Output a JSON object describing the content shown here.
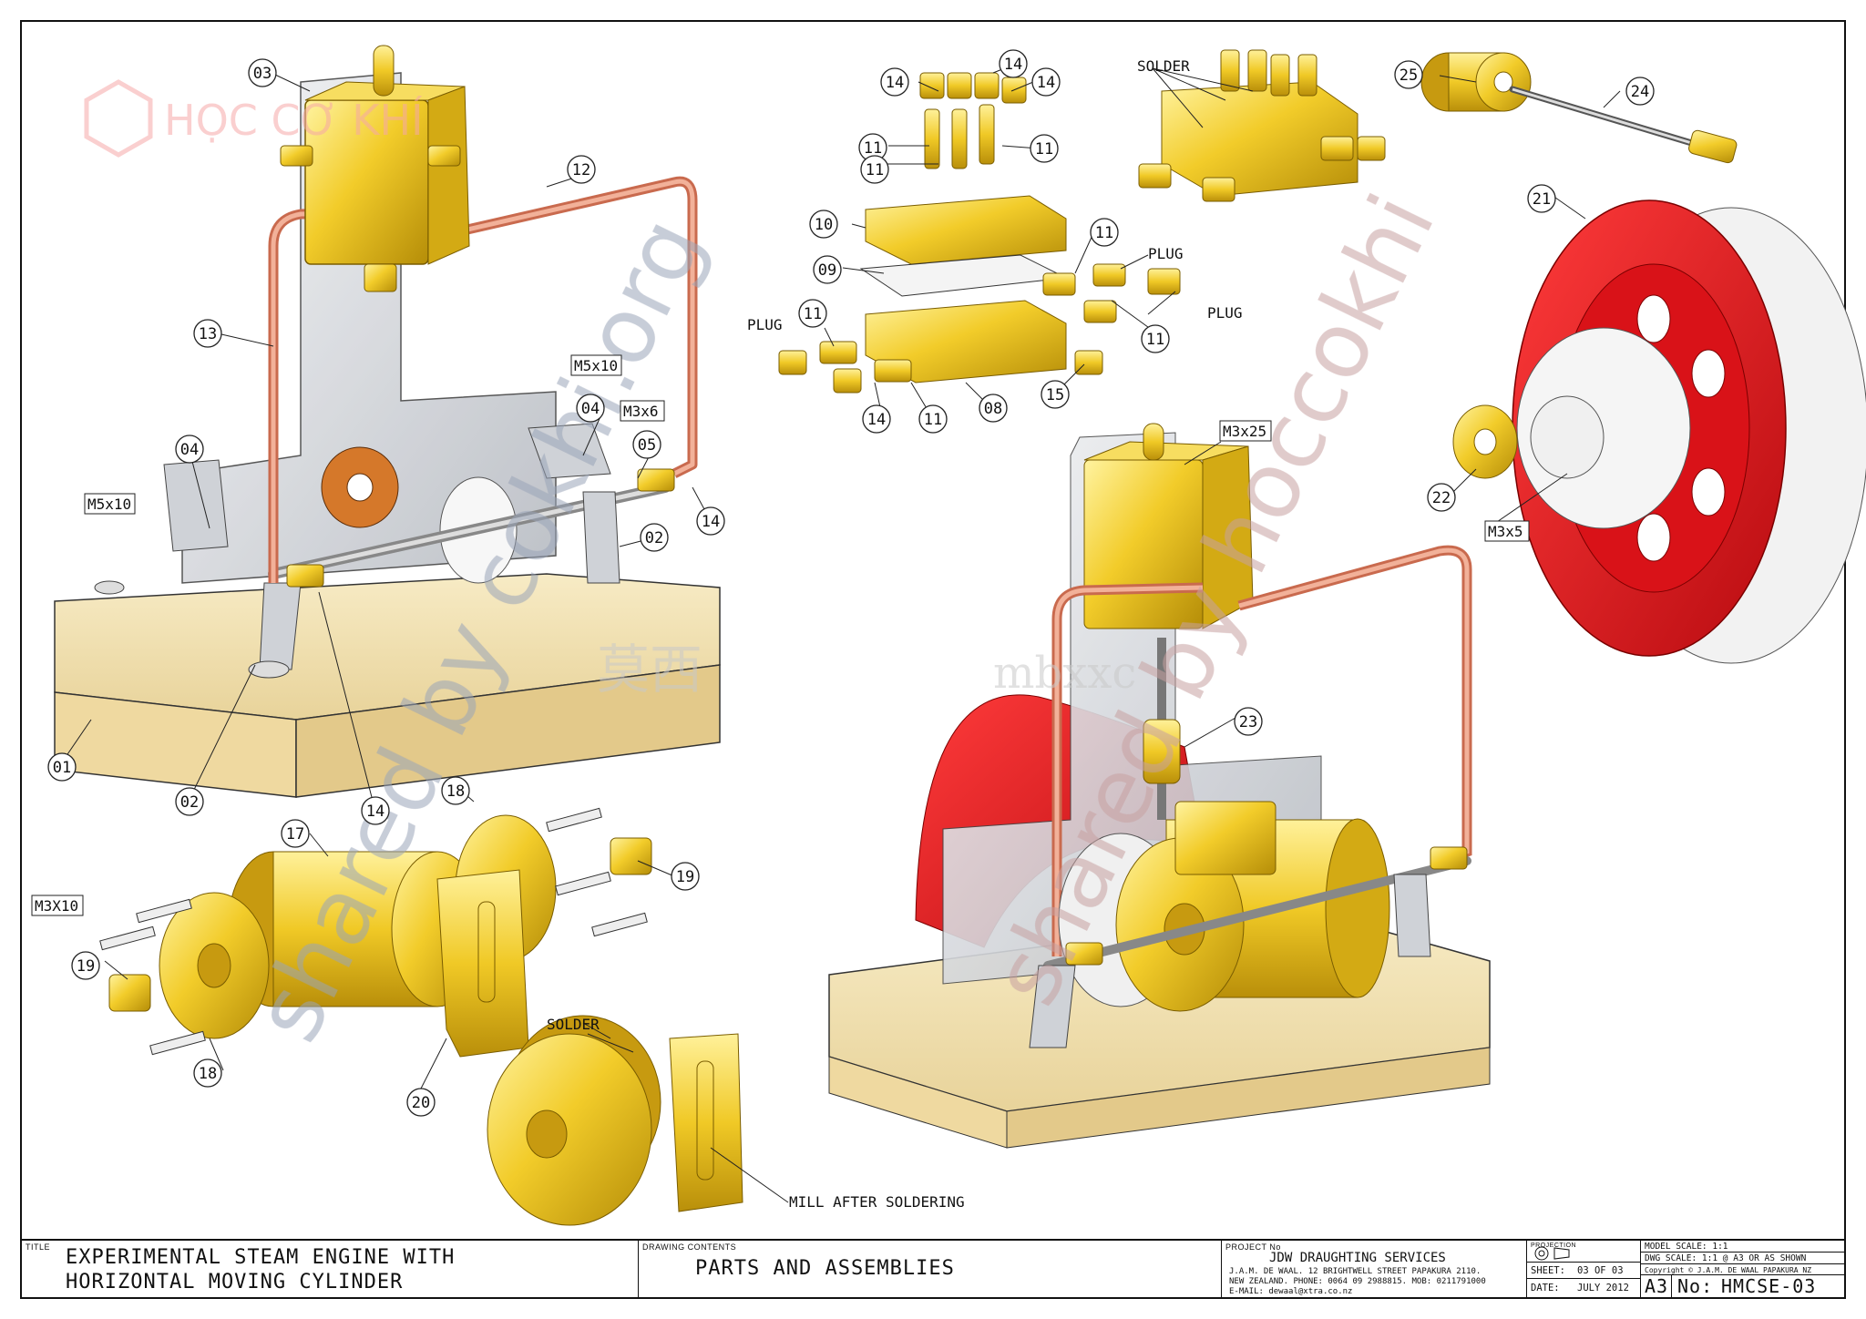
{
  "watermark": {
    "logo_text": "HỌC CƠ KHÍ",
    "diagonal_1": "shared by cokhi.org",
    "diagonal_2": "shared by hoccokhi",
    "cjk_text": "莫西",
    "mid_text": "mbxxc"
  },
  "callouts": {
    "c01": "01",
    "c02a": "02",
    "c02b": "02",
    "c03": "03",
    "c04a": "04",
    "c04b": "04",
    "c05": "05",
    "c08": "08",
    "c09": "09",
    "c10": "10",
    "c11a": "11",
    "c11b": "11",
    "c11c": "11",
    "c11d": "11",
    "c11e": "11",
    "c11f": "11",
    "c11g": "11",
    "c12": "12",
    "c13": "13",
    "c14a": "14",
    "c14b": "14",
    "c14c": "14",
    "c14d": "14",
    "c14e": "14",
    "c14f": "14",
    "c15": "15",
    "c17": "17",
    "c18a": "18",
    "c18b": "18",
    "c19a": "19",
    "c19b": "19",
    "c20": "20",
    "c21": "21",
    "c22": "22",
    "c23": "23",
    "c24": "24",
    "c25": "25"
  },
  "boxed_labels": {
    "m5x10_left": "M5x10",
    "m5x10_top": "M5x10",
    "m3x6": "M3x6",
    "m3x25": "M3x25",
    "m3x5": "M3x5",
    "m3x10": "M3X10"
  },
  "notes": {
    "solder_top": "SOLDER",
    "solder_bottom": "SOLDER",
    "plug_1": "PLUG",
    "plug_2": "PLUG",
    "plug_3": "PLUG",
    "mill": "MILL AFTER SOLDERING"
  },
  "title_block": {
    "title_caption": "TITLE",
    "title_line1": "EXPERIMENTAL STEAM ENGINE WITH",
    "title_line2": "HORIZONTAL MOVING CYLINDER",
    "contents_caption": "DRAWING CONTENTS",
    "contents": "PARTS AND ASSEMBLIES",
    "project_caption": "PROJECT No",
    "company": "JDW DRAUGHTING SERVICES",
    "address_1": "J.A.M. DE WAAL. 12 BRIGHTWELL STREET PAPAKURA 2110.",
    "address_2": "NEW ZEALAND. PHONE: 0064 09 2988815. MOB: 0211791000",
    "address_3": "E-MAIL: dewaal@xtra.co.nz",
    "projection_caption": "PROJECTION",
    "sheet_label": "SHEET:",
    "sheet_value": "03 OF 03",
    "date_label": "DATE:",
    "date_value": "JULY 2012",
    "model_scale": "MODEL SCALE: 1:1",
    "dwg_scale": "DWG SCALE: 1:1 @ A3 OR AS SHOWN",
    "copyright": "Copyright © J.A.M. DE WAAL PAPAKURA NZ",
    "size": "A3",
    "dwg_no_label": "No:",
    "dwg_no": "HMCSE-03"
  },
  "colors": {
    "brass": "#f2cc2a",
    "brass_dark": "#c9a20e",
    "copper": "#e8957a",
    "wood": "#f4e3b4",
    "steel": "#d8dade",
    "red": "#e3161d"
  }
}
